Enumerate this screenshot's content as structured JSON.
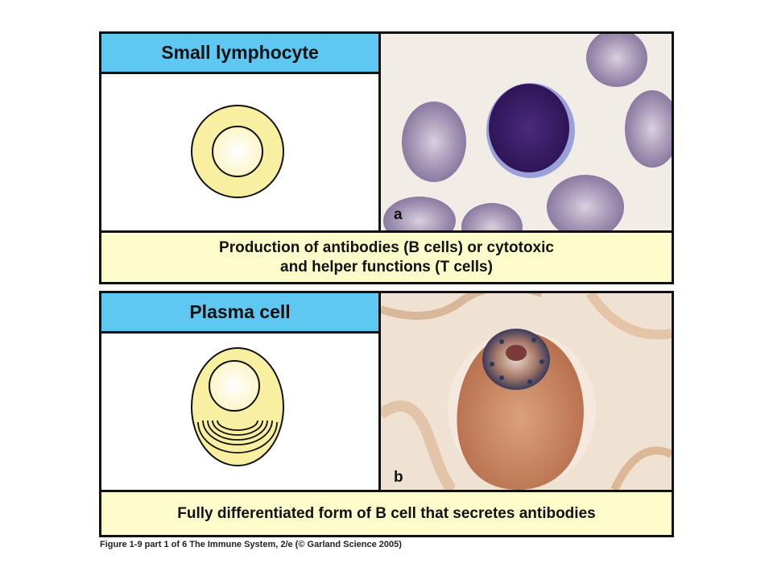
{
  "panels": [
    {
      "header": "Small lymphocyte",
      "label": "a",
      "caption_lines": [
        "Production of antibodies (B cells) or cytotoxic",
        "and helper functions (T cells)"
      ]
    },
    {
      "header": "Plasma cell",
      "label": "b",
      "caption_lines": [
        "Fully differentiated form of B cell that secretes antibodies"
      ]
    }
  ],
  "footer": "Figure 1-9 part 1 of 6  The Immune System, 2/e (© Garland Science 2005)",
  "colors": {
    "header_blue": "#5ec8f2",
    "caption_yellow": "#fdfccb",
    "cell_yellow": "#f8f0a0"
  }
}
